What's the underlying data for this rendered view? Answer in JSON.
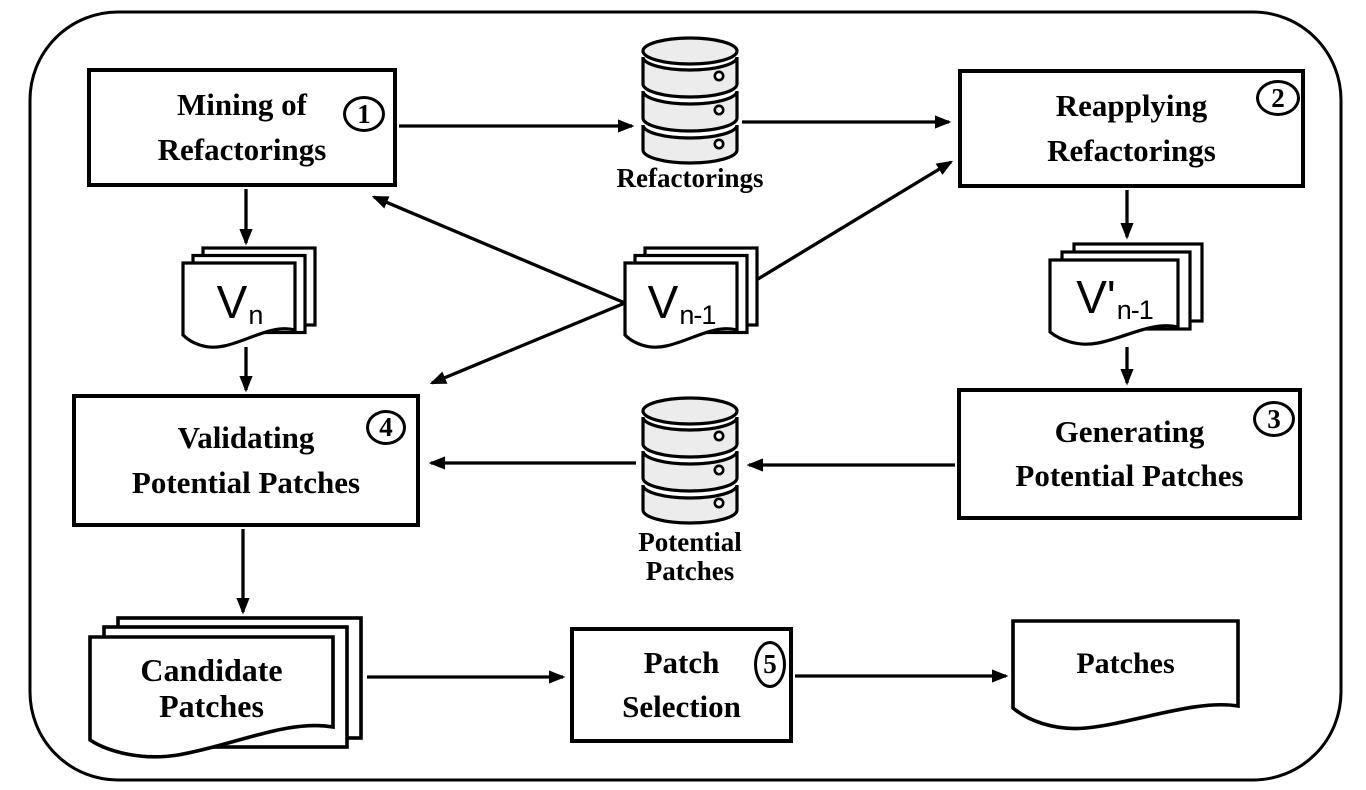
{
  "boxes": [
    {
      "line1": "Mining of",
      "line2": "Refactorings",
      "step": "1"
    },
    {
      "line1": "Reapplying",
      "line2": "Refactorings",
      "step": "2"
    },
    {
      "line1": "Generating",
      "line2": "Potential Patches",
      "step": "3"
    },
    {
      "line1": "Validating",
      "line2": "Potential Patches",
      "step": "4"
    },
    {
      "line1": "Patch",
      "line2": "Selection",
      "step": "5"
    }
  ],
  "databases": [
    {
      "label": "Refactorings"
    },
    {
      "line1": "Potential",
      "line2": "Patches"
    }
  ],
  "documents": {
    "vn": {
      "base": "V",
      "sub": "n"
    },
    "vn1": {
      "base": "V",
      "sub": "n-1"
    },
    "vpn1": {
      "base": "V'",
      "sub": "n-1"
    },
    "candidate": {
      "line1": "Candidate",
      "line2": "Patches"
    },
    "patches": {
      "label": "Patches"
    }
  },
  "colors": {
    "ink": "#000000",
    "db_fill": "#ececec",
    "paper": "#ffffff"
  }
}
